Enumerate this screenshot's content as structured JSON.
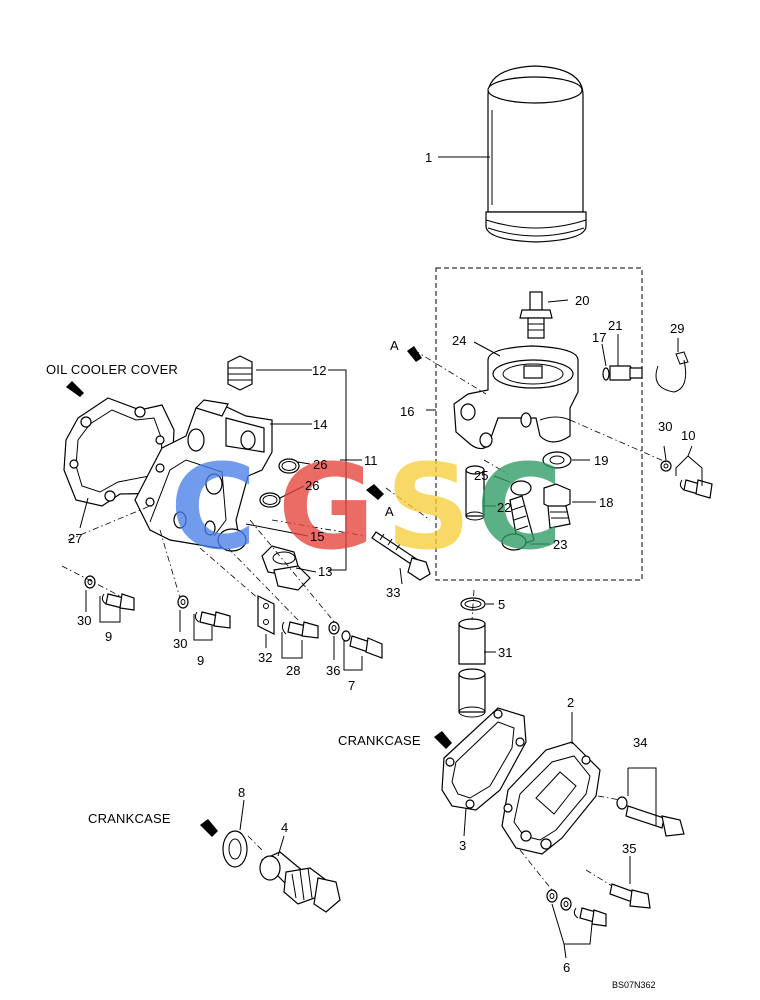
{
  "captions": {
    "oil_cooler_cover": "OIL COOLER COVER",
    "crankcase_upper": "CRANKCASE",
    "crankcase_lower": "CRANKCASE",
    "view_a_top": "A",
    "view_a_bottom": "A"
  },
  "drawing_code": "BS07N362",
  "watermark": {
    "letters": [
      "C",
      "G",
      "S",
      "C"
    ],
    "colors": [
      "#4a7fe8",
      "#e6433a",
      "#f7cf3c",
      "#2e9a64"
    ]
  },
  "part_numbers": [
    "1",
    "2",
    "3",
    "4",
    "5",
    "6",
    "7",
    "8",
    "9",
    "9",
    "10",
    "11",
    "12",
    "13",
    "14",
    "15",
    "16",
    "17",
    "18",
    "19",
    "20",
    "21",
    "22",
    "23",
    "24",
    "25",
    "26",
    "26",
    "27",
    "28",
    "29",
    "30",
    "30",
    "30",
    "31",
    "32",
    "33",
    "34",
    "35",
    "36"
  ]
}
